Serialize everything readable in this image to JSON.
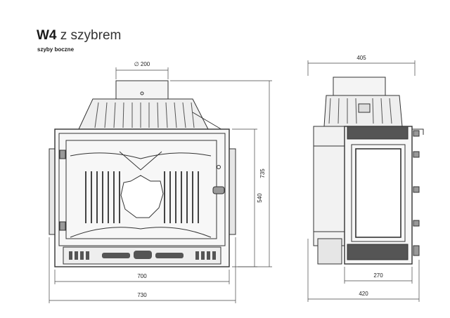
{
  "title": {
    "model": "W4",
    "variant": "z szybrem"
  },
  "subtitle": "szyby boczne",
  "front_view": {
    "dims": {
      "flue_diameter": "∅ 200",
      "width_inner": "700",
      "width_outer": "730",
      "height_body": "540",
      "height_total": "735"
    }
  },
  "side_view": {
    "dims": {
      "depth_top": "405",
      "depth_body": "270",
      "depth_base": "420"
    }
  },
  "colors": {
    "line": "#333333",
    "fill_dark": "#555555",
    "fill_light": "#e8e8e8"
  }
}
